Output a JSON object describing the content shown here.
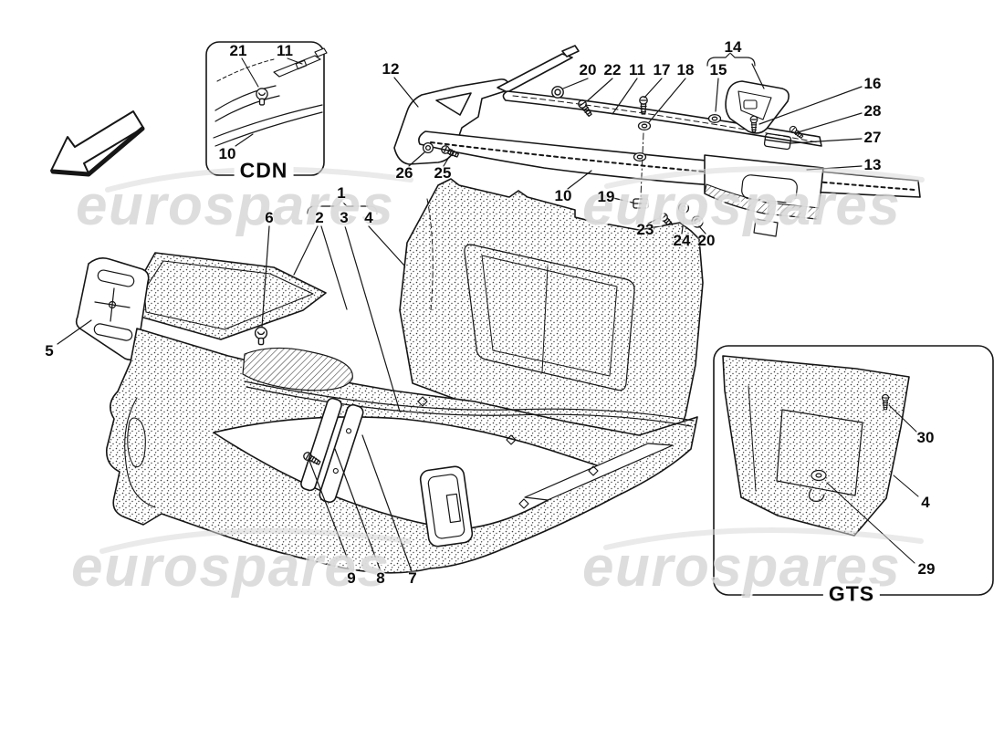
{
  "watermark": {
    "text": "eurospares",
    "color": "#c8c8c8"
  },
  "insets": {
    "cdn": {
      "label": "CDN"
    },
    "gts": {
      "label": "GTS"
    }
  },
  "callouts": {
    "main": [
      "12",
      "20",
      "22",
      "11",
      "17",
      "18",
      "14",
      "15",
      "16",
      "28",
      "27",
      "13",
      "26",
      "25",
      "10",
      "19",
      "23",
      "24",
      "20",
      "1",
      "2",
      "3",
      "4",
      "6",
      "5",
      "9",
      "8",
      "7"
    ],
    "cdn": [
      "21",
      "11",
      "10"
    ],
    "gts": [
      "30",
      "4",
      "29"
    ]
  },
  "line_color": "#161616"
}
